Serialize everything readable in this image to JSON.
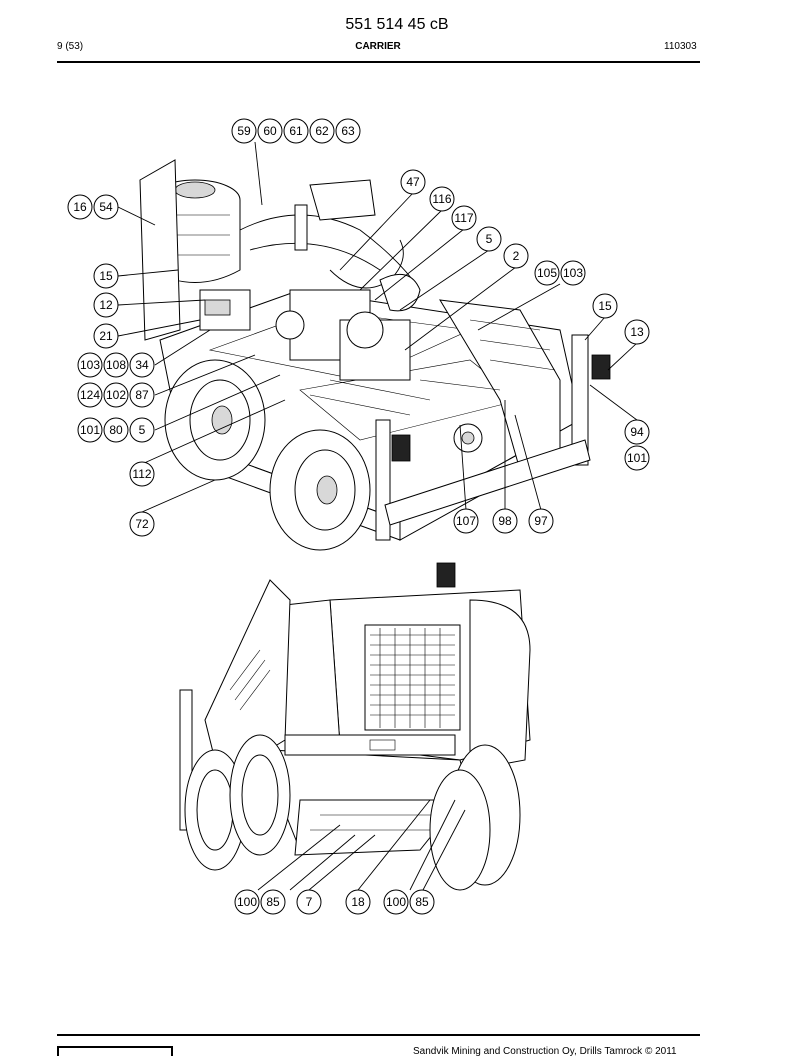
{
  "header": {
    "doc_number": "551 514 45 cB",
    "page_ref": "9 (53)",
    "section_title": "CARRIER",
    "date_code": "110303"
  },
  "footer": {
    "copyright": "Sandvik Mining and Construction Oy, Drills Tamrock © 2011"
  },
  "callouts": {
    "top_view": [
      "59",
      "60",
      "61",
      "62",
      "63",
      "47",
      "116",
      "117",
      "5",
      "2",
      "105",
      "103",
      "15",
      "13",
      "16",
      "54",
      "15",
      "12",
      "21",
      "103",
      "108",
      "34",
      "124",
      "102",
      "87",
      "101",
      "80",
      "5",
      "94",
      "101",
      "112",
      "72",
      "107",
      "98",
      "97"
    ],
    "bottom_view": [
      "100",
      "85",
      "7",
      "18",
      "100",
      "85"
    ]
  }
}
